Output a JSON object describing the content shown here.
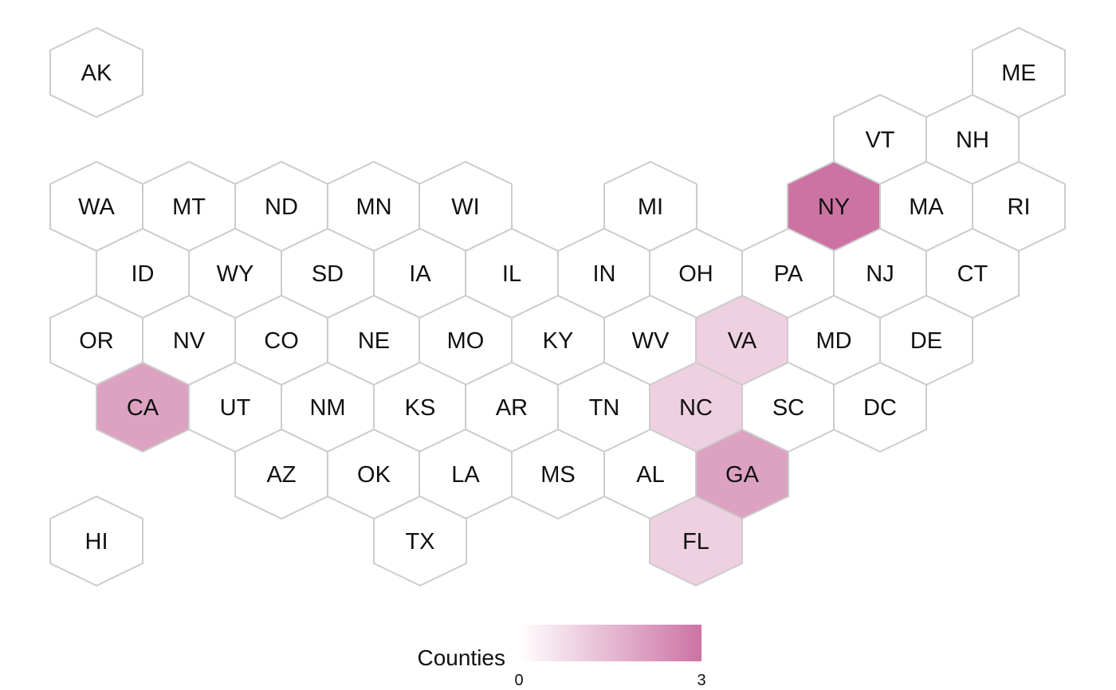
{
  "chart_data": {
    "type": "hexbin-map",
    "title": "",
    "value_label": "Counties",
    "colors": {
      "low": "#ffffff",
      "high": "#cc73a4",
      "stroke": "#cccccc",
      "text": "#111111"
    },
    "legend": {
      "title": "Counties",
      "min": 0,
      "max": 3,
      "min_label": "0",
      "max_label": "3",
      "placement": "bottom-center"
    },
    "states": [
      {
        "abbr": "AK",
        "value": 0
      },
      {
        "abbr": "ME",
        "value": 0
      },
      {
        "abbr": "VT",
        "value": 0
      },
      {
        "abbr": "NH",
        "value": 0
      },
      {
        "abbr": "WA",
        "value": 0
      },
      {
        "abbr": "MT",
        "value": 0
      },
      {
        "abbr": "ND",
        "value": 0
      },
      {
        "abbr": "MN",
        "value": 0
      },
      {
        "abbr": "WI",
        "value": 0
      },
      {
        "abbr": "MI",
        "value": 0
      },
      {
        "abbr": "NY",
        "value": 3
      },
      {
        "abbr": "MA",
        "value": 0
      },
      {
        "abbr": "RI",
        "value": 0
      },
      {
        "abbr": "ID",
        "value": 0
      },
      {
        "abbr": "WY",
        "value": 0
      },
      {
        "abbr": "SD",
        "value": 0
      },
      {
        "abbr": "IA",
        "value": 0
      },
      {
        "abbr": "IL",
        "value": 0
      },
      {
        "abbr": "IN",
        "value": 0
      },
      {
        "abbr": "OH",
        "value": 0
      },
      {
        "abbr": "PA",
        "value": 0
      },
      {
        "abbr": "NJ",
        "value": 0
      },
      {
        "abbr": "CT",
        "value": 0
      },
      {
        "abbr": "OR",
        "value": 0
      },
      {
        "abbr": "NV",
        "value": 0
      },
      {
        "abbr": "CO",
        "value": 0
      },
      {
        "abbr": "NE",
        "value": 0
      },
      {
        "abbr": "MO",
        "value": 0
      },
      {
        "abbr": "KY",
        "value": 0
      },
      {
        "abbr": "WV",
        "value": 0
      },
      {
        "abbr": "VA",
        "value": 1
      },
      {
        "abbr": "MD",
        "value": 0
      },
      {
        "abbr": "DE",
        "value": 0
      },
      {
        "abbr": "CA",
        "value": 2
      },
      {
        "abbr": "UT",
        "value": 0
      },
      {
        "abbr": "NM",
        "value": 0
      },
      {
        "abbr": "KS",
        "value": 0
      },
      {
        "abbr": "AR",
        "value": 0
      },
      {
        "abbr": "TN",
        "value": 0
      },
      {
        "abbr": "NC",
        "value": 1
      },
      {
        "abbr": "SC",
        "value": 0
      },
      {
        "abbr": "DC",
        "value": 0
      },
      {
        "abbr": "AZ",
        "value": 0
      },
      {
        "abbr": "OK",
        "value": 0
      },
      {
        "abbr": "LA",
        "value": 0
      },
      {
        "abbr": "MS",
        "value": 0
      },
      {
        "abbr": "AL",
        "value": 0
      },
      {
        "abbr": "GA",
        "value": 2
      },
      {
        "abbr": "HI",
        "value": 0
      },
      {
        "abbr": "TX",
        "value": 0
      },
      {
        "abbr": "FL",
        "value": 1
      }
    ]
  }
}
